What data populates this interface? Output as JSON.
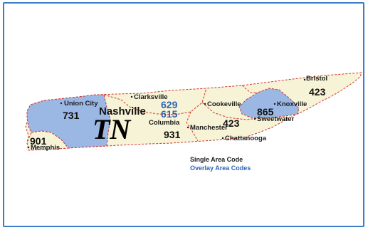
{
  "state": {
    "abbr": "TN"
  },
  "colors": {
    "single_fill": "#f6f3d6",
    "overlay_fill": "#9bb7e4",
    "border": "#d0352e",
    "overlay_text": "#2e63b8",
    "frame": "#3b7ec4"
  },
  "regions": [
    {
      "code": "731",
      "type": "overlay"
    },
    {
      "code": "901",
      "type": "single"
    },
    {
      "code": "615",
      "type": "overlay"
    },
    {
      "code": "629",
      "type": "overlay"
    },
    {
      "code": "931",
      "type": "single"
    },
    {
      "code": "423",
      "type": "single"
    },
    {
      "code": "865",
      "type": "overlay"
    }
  ],
  "labels": {
    "code_731": "731",
    "code_901": "901",
    "code_629": "629",
    "code_615": "615",
    "code_931": "931",
    "code_423_center": "423",
    "code_423_east": "423",
    "code_865": "865"
  },
  "cities": {
    "bristol": "Bristol",
    "clarksville": "Clarksville",
    "union_city": "Union City",
    "nashville": "Nashville",
    "cookeville": "Cookeville",
    "knoxville": "Knoxville",
    "columbia": "Columbia",
    "manchester": "Manchester",
    "sweetwater": "Sweetwater",
    "chattanooga": "Chattanooga",
    "memphis": "Memphis"
  },
  "legend": {
    "single": "Single Area Code",
    "overlay": "Overlay Area Codes"
  }
}
